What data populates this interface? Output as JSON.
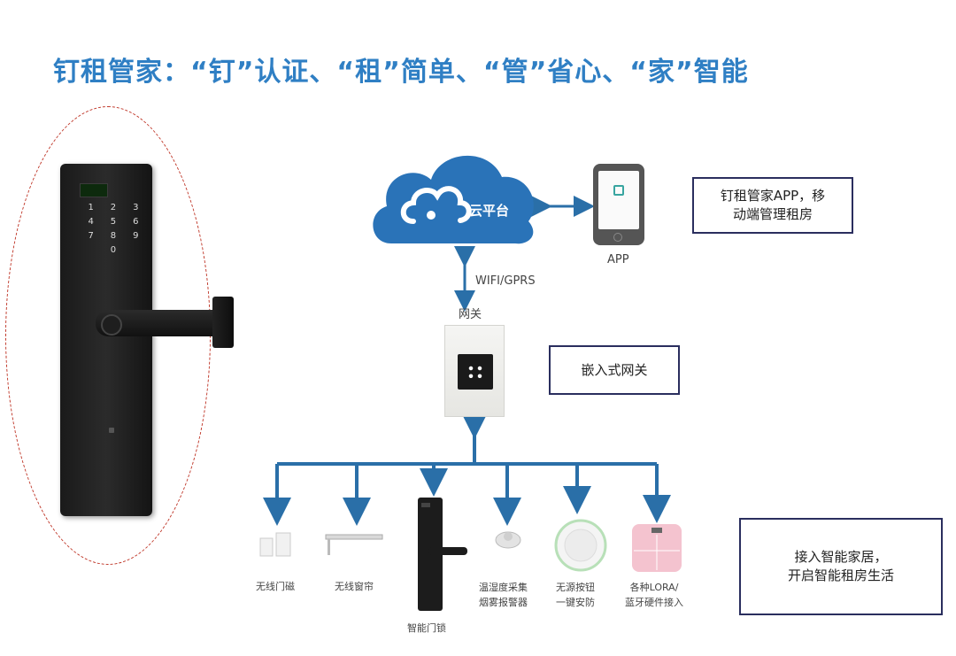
{
  "title": "钉租管家：“钉”认证、“租”简单、“管”省心、“家”智能",
  "cloud": {
    "label": "云平台",
    "color": "#2a73b8"
  },
  "app": {
    "label": "APP"
  },
  "link": {
    "label": "WIFI/GPRS"
  },
  "gateway": {
    "label": "网关"
  },
  "boxes": {
    "app_desc_line1": "钉租管家APP，移",
    "app_desc_line2": "动端管理租房",
    "embedded_gateway": "嵌入式网关",
    "smart_home_line1": "接入智能家居，",
    "smart_home_line2": "开启智能租房生活"
  },
  "devices": [
    {
      "name": "door-sensor",
      "lines": [
        "无线门磁"
      ]
    },
    {
      "name": "curtain",
      "lines": [
        "无线窗帘"
      ]
    },
    {
      "name": "smart-lock",
      "lines": [
        "智能门锁"
      ]
    },
    {
      "name": "temp-humidity-sensor",
      "lines": [
        "温湿度采集",
        "烟雾报警器"
      ]
    },
    {
      "name": "panic-button",
      "lines": [
        "无源按钮",
        "一键安防"
      ]
    },
    {
      "name": "lora-scale",
      "lines": [
        "各种LORA/",
        "蓝牙硬件接入"
      ]
    }
  ],
  "colors": {
    "title": "#2f7fc4",
    "arrow": "#2a6fa8",
    "box_border": "#2a2e5e",
    "ellipse": "#c0392b"
  },
  "lock_keypad": [
    "1",
    "2",
    "3",
    "4",
    "5",
    "6",
    "7",
    "8",
    "9",
    "",
    "0",
    ""
  ]
}
